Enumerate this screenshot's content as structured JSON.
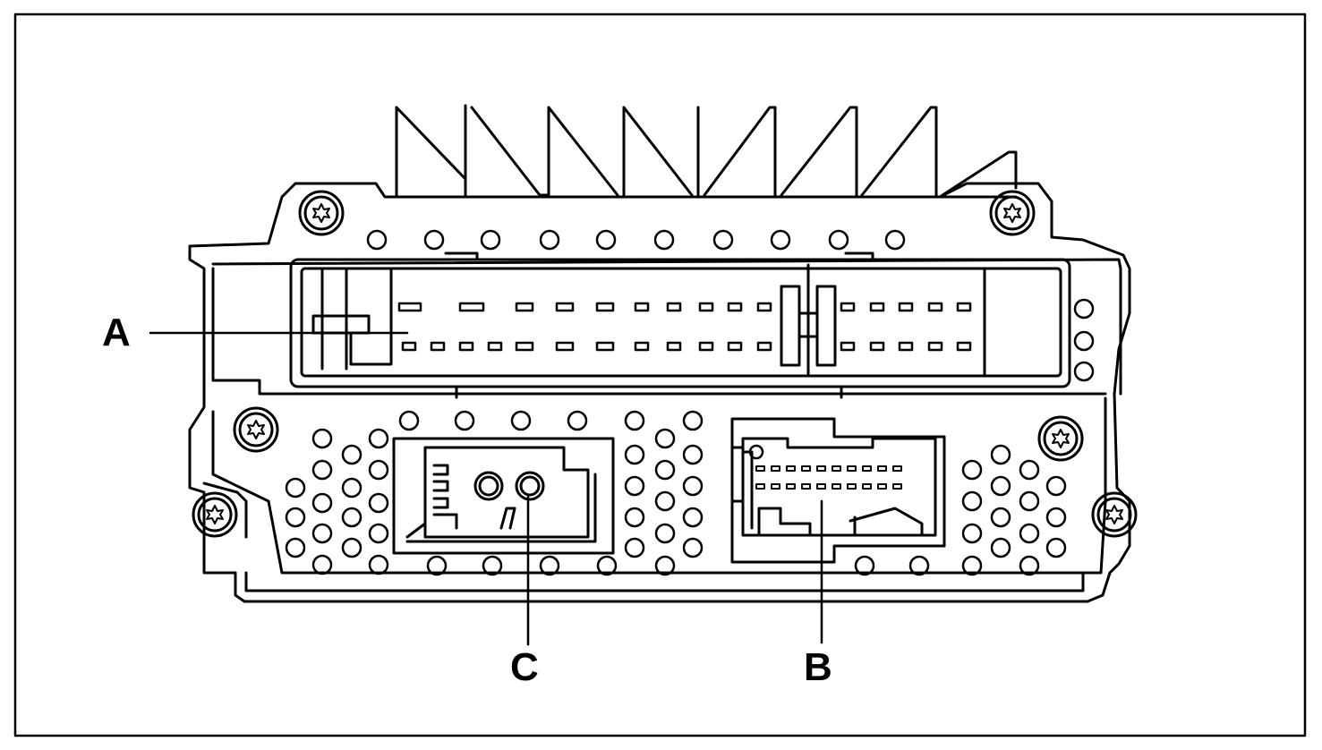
{
  "labels": {
    "a": "A",
    "b": "B",
    "c": "C"
  },
  "colors": {
    "ink": "#000000",
    "paper": "#ffffff"
  },
  "icons": {
    "screw": "torx-screw-icon"
  }
}
